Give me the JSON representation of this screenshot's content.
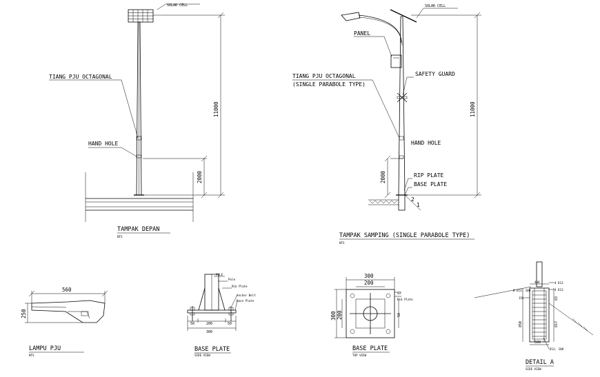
{
  "front_view": {
    "solar_cell": "SOLAR CELL",
    "pole_label": "TIANG PJU OCTAGONAL",
    "hand_hole": "HAND HOLE",
    "dim_height": "11000",
    "dim_base": "2000",
    "title": "TAMPAK DEPAN",
    "scale": "NTS"
  },
  "side_view": {
    "solar_cell": "SOLAR CELL",
    "panel": "PANEL",
    "pole_label_1": "TIANG PJU OCTAGONAL",
    "pole_label_2": "(SINGLE PARABOLE TYPE)",
    "safety_guard": "SAFETY GUARD",
    "hand_hole": "HAND HOLE",
    "rip_plate": "RIP PLATE",
    "base_plate": "BASE PLATE",
    "dim_height": "11000",
    "dim_base": "2000",
    "slope_2": "2",
    "slope_1": "1",
    "title": "TAMPAK SAMPING (SINGLE PARABOLE TYPE)",
    "scale": "NTS"
  },
  "lamp": {
    "dim_width": "560",
    "dim_height": "250",
    "title": "LAMPU PJU",
    "scale": "NTS"
  },
  "base_plate_side": {
    "pole": "POLE",
    "pole2": "Pole",
    "rib_plate": "Rib Plate",
    "anchor_bolt": "Anchor Bolt",
    "base_plate": "Base Plate",
    "dim_50a": "50",
    "dim_200": "200",
    "dim_50b": "50",
    "dim_300": "300",
    "title": "BASE PLATE",
    "subtitle": "SIDE VIEW"
  },
  "base_plate_top": {
    "dim_300_top": "300",
    "dim_200_top": "200",
    "dim_300_left": "300",
    "dim_200_left": "200",
    "dim_50": "50",
    "label_s3": "S3",
    "rib_plate": "Rib Plate",
    "title": "BASE PLATE",
    "subtitle": "TOP VIEW"
  },
  "detail_a": {
    "dim_400": "400",
    "rebar_1": "4 D13",
    "rebar_2": "4 D13",
    "stirrup_top": "Ø D13, 100",
    "dim_150": "150",
    "dim_850": "850",
    "dim_817": "817",
    "dim_83": "83",
    "dim_500": "500",
    "stirrup_bot": "D13, 100",
    "title": "DETAIL A",
    "subtitle": "SIDE VIEW"
  }
}
